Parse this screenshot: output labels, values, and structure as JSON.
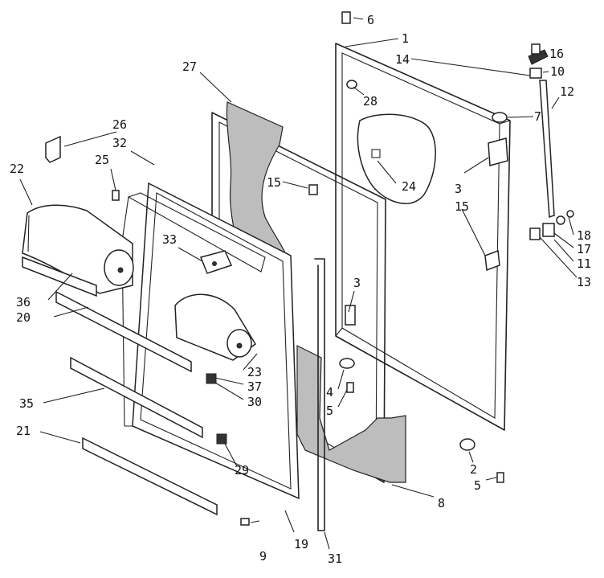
{
  "labels": [
    {
      "id": "p1",
      "text": "1"
    },
    {
      "id": "p2",
      "text": "2"
    },
    {
      "id": "p3a",
      "text": "3"
    },
    {
      "id": "p3b",
      "text": "3"
    },
    {
      "id": "p4",
      "text": "4"
    },
    {
      "id": "p5a",
      "text": "5"
    },
    {
      "id": "p5b",
      "text": "5"
    },
    {
      "id": "p6",
      "text": "6"
    },
    {
      "id": "p7",
      "text": "7"
    },
    {
      "id": "p8",
      "text": "8"
    },
    {
      "id": "p9",
      "text": "9"
    },
    {
      "id": "p10",
      "text": "10"
    },
    {
      "id": "p11",
      "text": "11"
    },
    {
      "id": "p12",
      "text": "12"
    },
    {
      "id": "p13",
      "text": "13"
    },
    {
      "id": "p14",
      "text": "14"
    },
    {
      "id": "p15a",
      "text": "15"
    },
    {
      "id": "p15b",
      "text": "15"
    },
    {
      "id": "p16",
      "text": "16"
    },
    {
      "id": "p17",
      "text": "17"
    },
    {
      "id": "p18",
      "text": "18"
    },
    {
      "id": "p19",
      "text": "19"
    },
    {
      "id": "p20",
      "text": "20"
    },
    {
      "id": "p21",
      "text": "21"
    },
    {
      "id": "p22",
      "text": "22"
    },
    {
      "id": "p23",
      "text": "23"
    },
    {
      "id": "p24",
      "text": "24"
    },
    {
      "id": "p25",
      "text": "25"
    },
    {
      "id": "p26",
      "text": "26"
    },
    {
      "id": "p27",
      "text": "27"
    },
    {
      "id": "p28",
      "text": "28"
    },
    {
      "id": "p29",
      "text": "29"
    },
    {
      "id": "p30",
      "text": "30"
    },
    {
      "id": "p31",
      "text": "31"
    },
    {
      "id": "p32",
      "text": "32"
    },
    {
      "id": "p33",
      "text": "33"
    },
    {
      "id": "p35",
      "text": "35"
    },
    {
      "id": "p36",
      "text": "36"
    },
    {
      "id": "p37",
      "text": "37"
    }
  ]
}
